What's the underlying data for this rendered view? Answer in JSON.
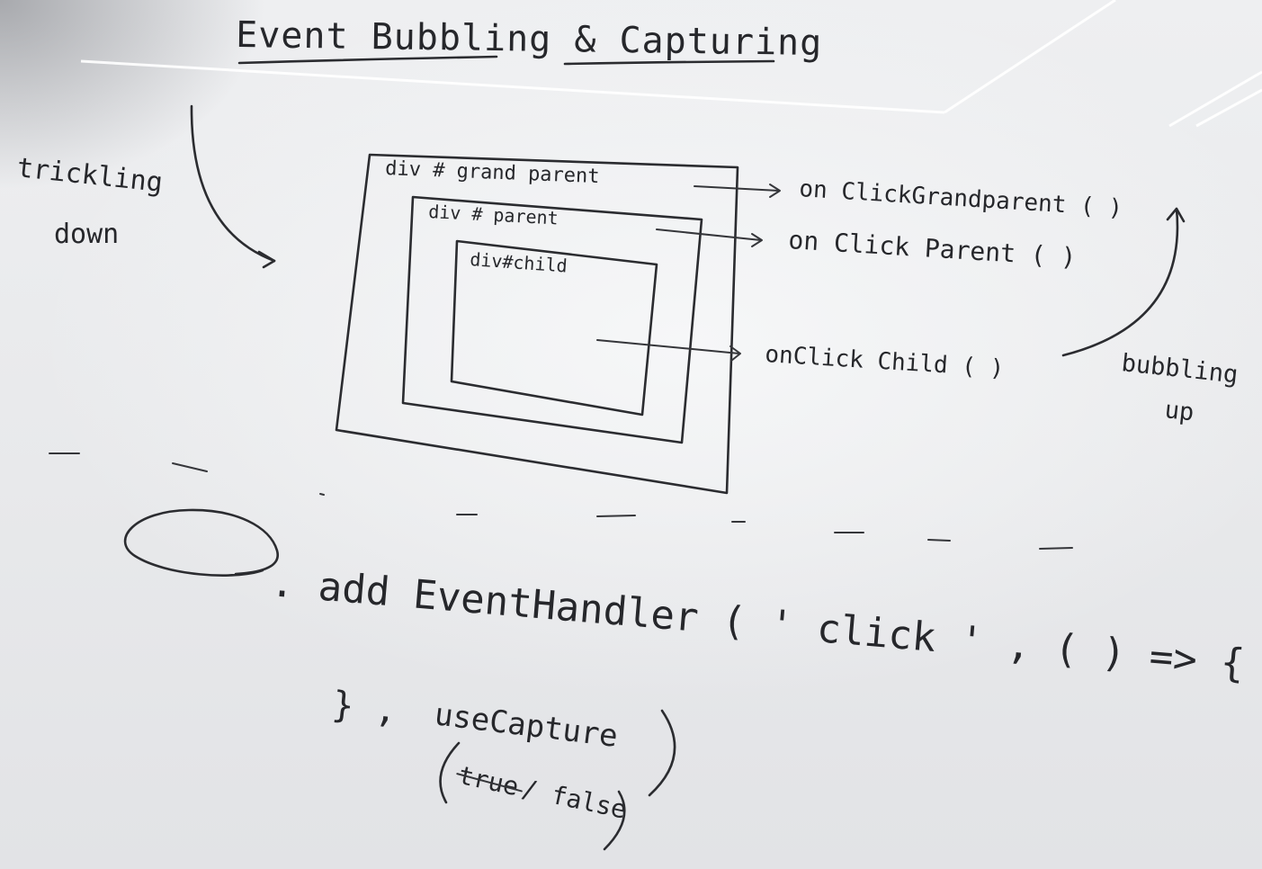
{
  "title": "Event Bubbling & Capturing",
  "left_label": [
    "trickling",
    "down"
  ],
  "right_label": [
    "bubbling",
    "up"
  ],
  "boxes": {
    "grandparent": "div # grand parent",
    "parent": "div # parent",
    "child": "div#child"
  },
  "handlers": {
    "grandparent": "on ClickGrandparent ( )",
    "parent": "on Click Parent ( )",
    "child": "onClick Child ( )"
  },
  "code": {
    "line1": ". add EventHandler ( ' click ' , ( ) => {",
    "line2": "} ,",
    "option": "useCapture",
    "option_values_true": "true",
    "option_values_rest": "/ false"
  }
}
